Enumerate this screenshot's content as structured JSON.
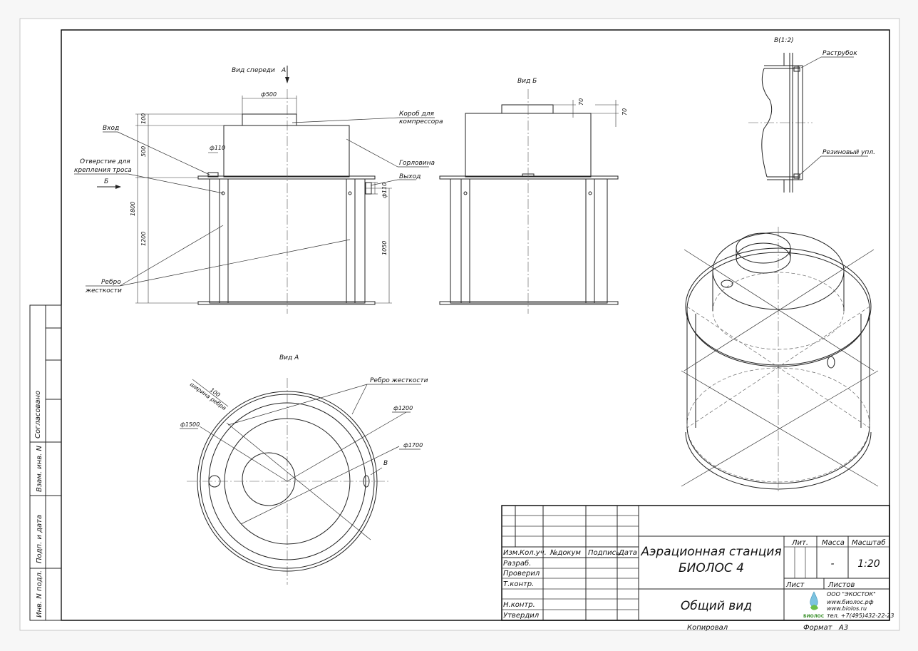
{
  "labels": {
    "front_view": "Вид спереди",
    "arrow_a": "А",
    "view_b": "Вид Б",
    "view_a": "Вид А",
    "detail_v": "В(1:2)",
    "arrow_b": "Б",
    "mark_v": "В"
  },
  "callouts": {
    "vhod": "Вход",
    "otverstie_1": "Отверстие для",
    "otverstie_2": "крепления троса",
    "korob_1": "Короб для",
    "korob_2": "компрессора",
    "gorlovina": "Горловина",
    "vyhod": "Выход",
    "rebro_1": "Ребро",
    "rebro_2": "жесткости",
    "rebro_zhestkosti": "Ребро жесткости",
    "shirina_rebra": "ширина ребра",
    "rastrubok": "Раструбок",
    "rezinovy": "Резиновый упл."
  },
  "dimensions": {
    "d500": "ф500",
    "d110_in": "ф110",
    "d110_out": "ф110",
    "h100": "100",
    "h500": "500",
    "h1800": "1800",
    "h1200": "1200",
    "h1050": "1050",
    "h70_a": "70",
    "h70_b": "70",
    "d1500": "ф1500",
    "d1200": "ф1200",
    "d1700": "ф1700",
    "w100": "100"
  },
  "side_stamp": {
    "soglasovano": "Согласовано",
    "vzam": "Взам. инв. N",
    "podp": "Подп. и дата",
    "inv": "Инв. N подл."
  },
  "title_block": {
    "col_izm": "Изм.",
    "col_kol": "Кол.уч.",
    "col_doc": "№докум",
    "col_sign": "Подпись",
    "col_date": "Дата",
    "razrab": "Разраб.",
    "proveril": "Проверил",
    "tkontr": "Т.контр.",
    "nkontr": "Н.контр.",
    "utverdil": "Утвердил",
    "title_line1": "Аэрационная станция",
    "title_line2": "БИОЛОС 4",
    "subtitle": "Общий вид",
    "lit": "Лит.",
    "massa": "Масса",
    "masshtab": "Масштаб",
    "massa_value": "-",
    "scale_value": "1:20",
    "list": "Лист",
    "listov": "Листов",
    "company": "ООО \"ЭКОСТОК\"",
    "site1": "www.биолос.рф",
    "site2": "www.biolos.ru",
    "phone": "тел. +7(495)432-22-23",
    "logo_text": "БИОЛОС",
    "kopiroval": "Копировал",
    "format_label": "Формат",
    "format_value": "А3"
  },
  "colors": {
    "line": "#222222",
    "background": "#f7f7f7",
    "logo_drop": "#7cc3e0",
    "logo_leaf": "#6cbf4a"
  }
}
